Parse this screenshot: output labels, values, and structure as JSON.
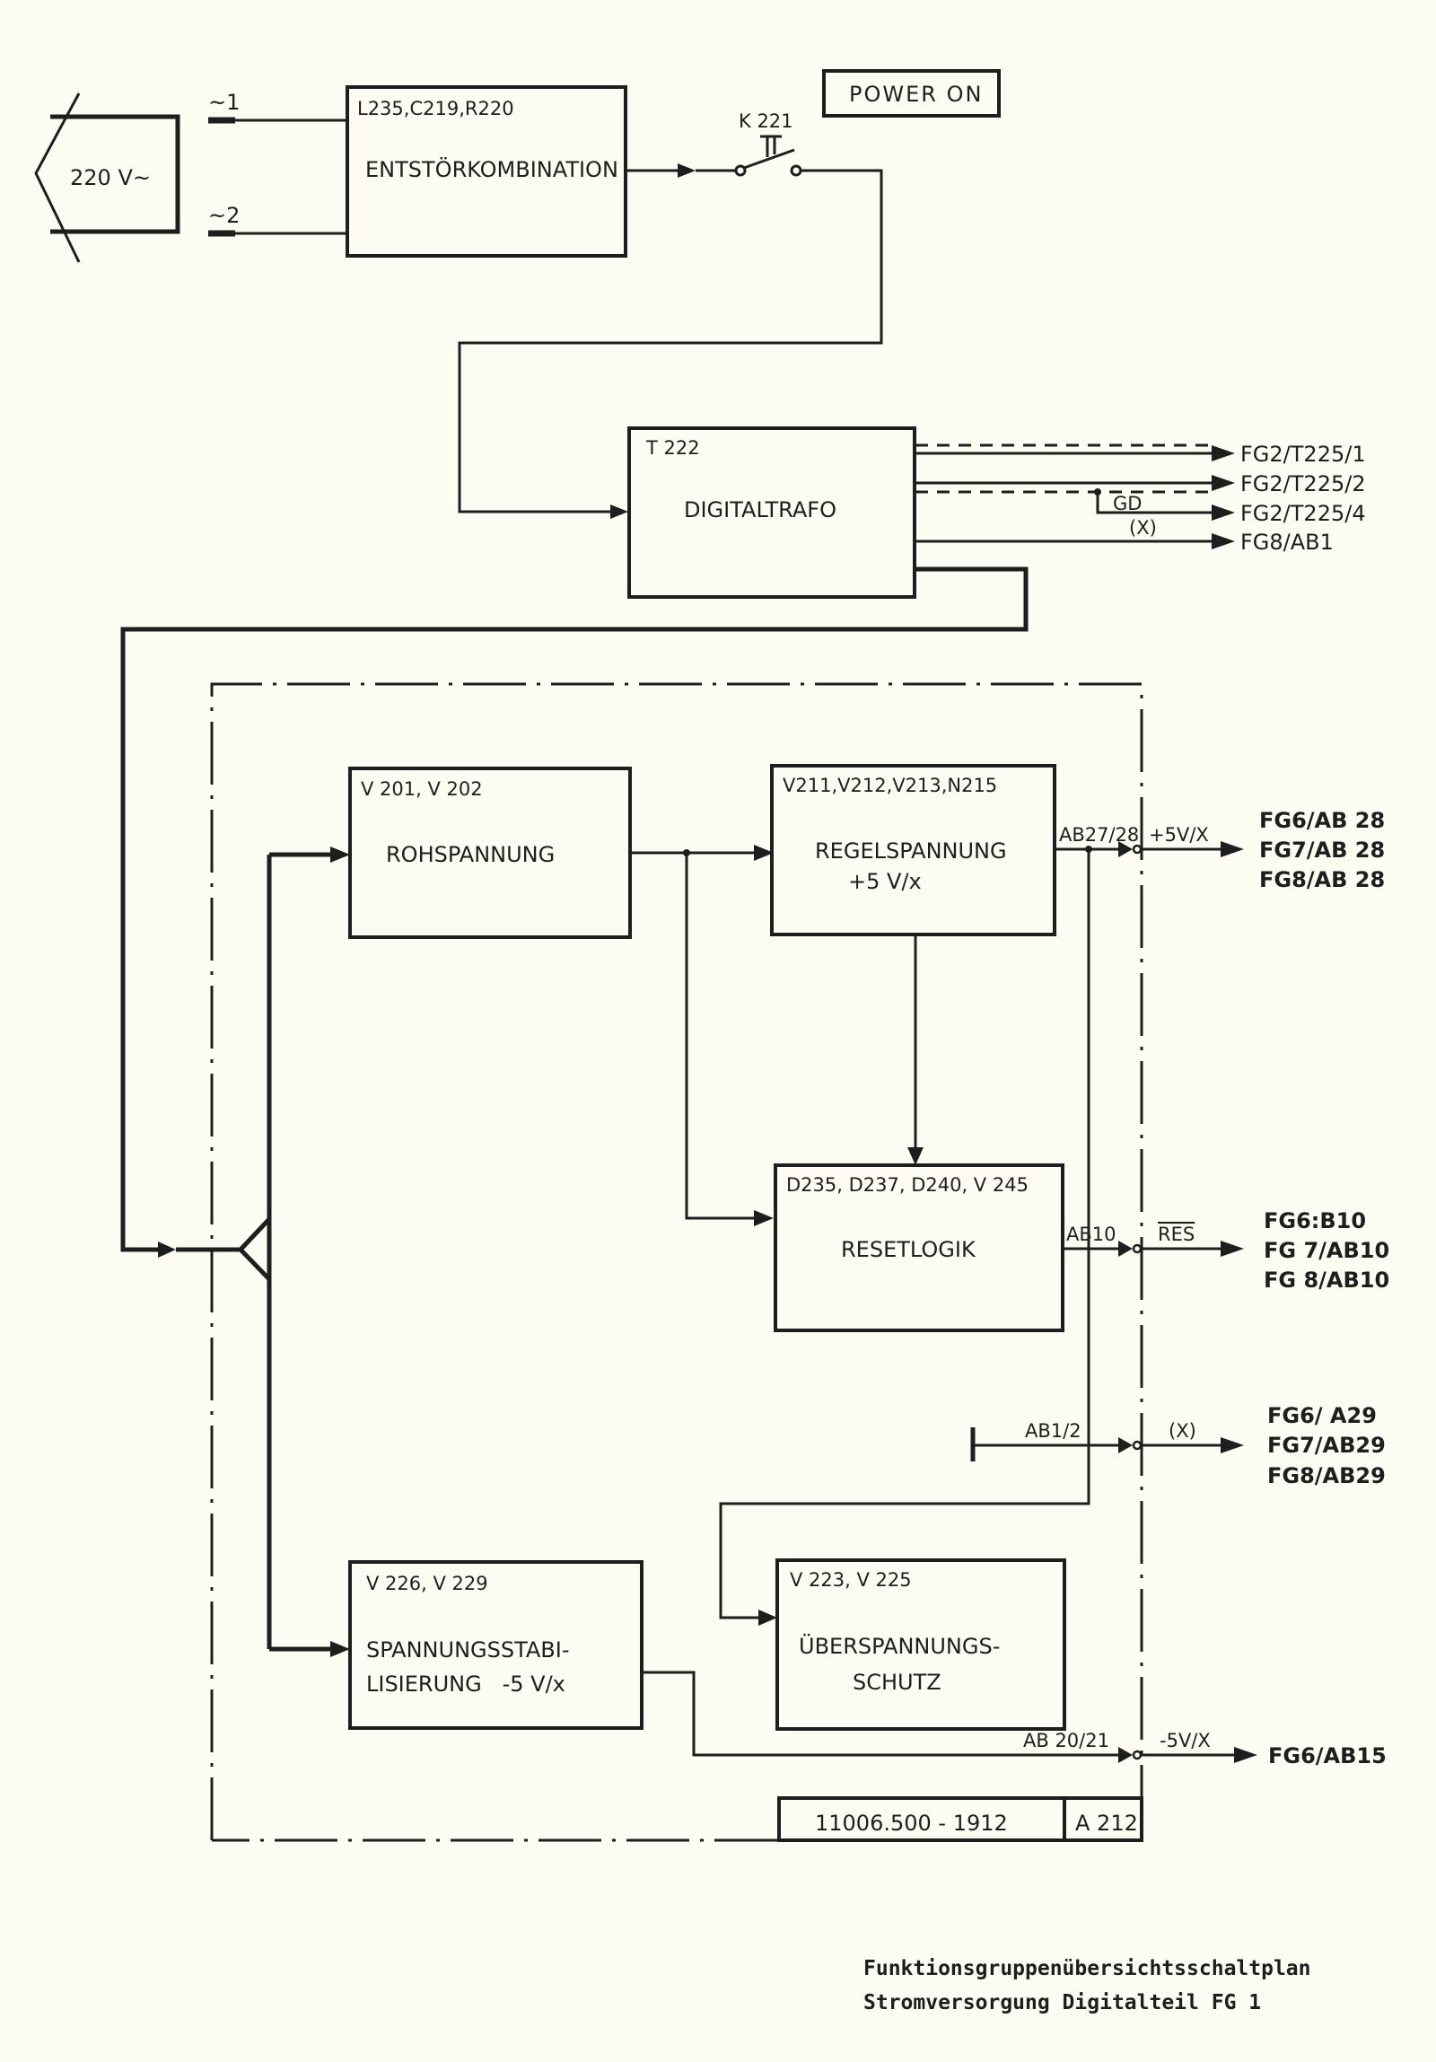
{
  "mains": {
    "label": "220 V~",
    "pin1": "~1",
    "pin2": "~2"
  },
  "filter": {
    "ref": "L235,C219,R220",
    "title": "ENTSTÖRKOMBINATION"
  },
  "switch": {
    "ref": "K 221",
    "label": "POWER ON"
  },
  "transformer": {
    "ref": "T 222",
    "title": "DIGITALTRAFO",
    "outputs": [
      "FG2/T225/1",
      "FG2/T225/2",
      "FG2/T225/4",
      "FG8/AB1"
    ],
    "gd_label": "GD",
    "x_label": "(X)"
  },
  "blocks": {
    "rohspannung": {
      "ref": "V 201, V 202",
      "title": "ROHSPANNUNG"
    },
    "regelspannung": {
      "ref": "V211,V212,V213,N215",
      "title": "REGELSPANNUNG",
      "subtitle": "+5 V/x"
    },
    "resetlogik": {
      "ref": "D235, D237, D240, V 245",
      "title": "RESETLOGIK"
    },
    "stabilisierung": {
      "ref": "V 226, V 229",
      "title_line1": "SPANNUNGSSTABI-",
      "title_line2": "LISIERUNG   -5 V/x"
    },
    "ueberspannung": {
      "ref": "V 223, V 225",
      "title_line1": "ÜBERSPANNUNGS-",
      "title_line2": "SCHUTZ"
    }
  },
  "connectors": {
    "plus5": {
      "pin": "AB27/28",
      "signal": "+5V/X",
      "destinations": [
        "FG6/AB 28",
        "FG7/AB 28",
        "FG8/AB 28"
      ]
    },
    "reset": {
      "pin": "AB10",
      "signal": "RES",
      "destinations": [
        "FG6:B10",
        "FG 7/AB10",
        "FG 8/AB10"
      ]
    },
    "x": {
      "pin": "AB1/2",
      "signal": "(X)",
      "destinations": [
        "FG6/ A29",
        "FG7/AB29",
        "FG8/AB29"
      ]
    },
    "minus5": {
      "pin": "AB 20/21",
      "signal": "-5V/X",
      "destinations": [
        "FG6/AB15"
      ]
    }
  },
  "title_block": {
    "drawing_number": "11006.500 - 1912",
    "board": "A 212"
  },
  "caption": {
    "line1": "Funktionsgruppenübersichtsschaltplan",
    "line2": "Stromversorgung Digitalteil FG 1"
  }
}
